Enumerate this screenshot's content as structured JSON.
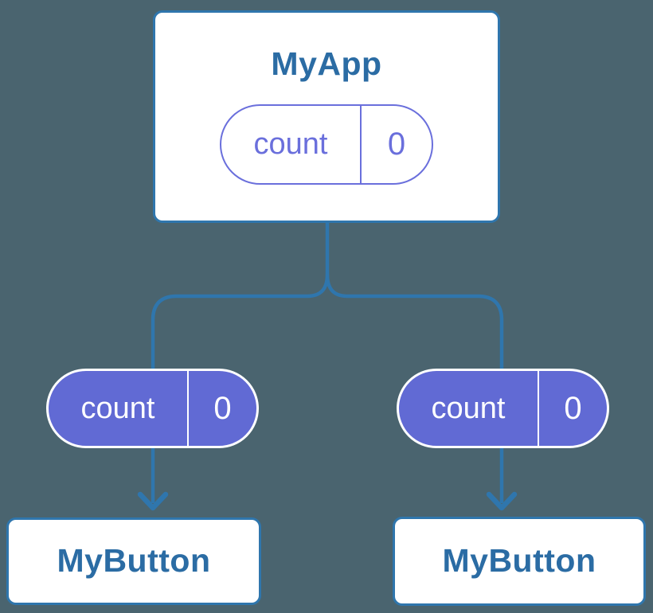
{
  "colors": {
    "bg": "#4A646F",
    "line_blue": "#2F76AD",
    "title_blue": "#2B6CA4",
    "purple": "#616AD4",
    "purple_border": "#6A6FDC",
    "white": "#FFFFFF"
  },
  "diagram": {
    "root": {
      "title": "MyApp",
      "state": {
        "name": "count",
        "value": "0"
      }
    },
    "children": [
      {
        "title": "MyButton",
        "prop": {
          "name": "count",
          "value": "0"
        }
      },
      {
        "title": "MyButton",
        "prop": {
          "name": "count",
          "value": "0"
        }
      }
    ]
  }
}
